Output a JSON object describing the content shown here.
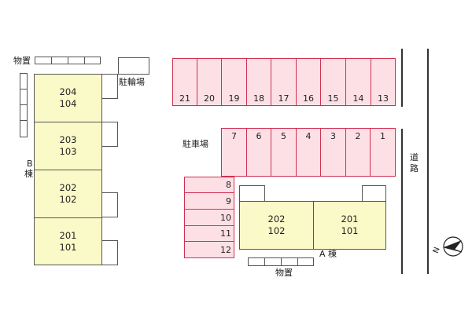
{
  "building_b": {
    "label_b": "B",
    "label_mune": "棟",
    "units": [
      {
        "upper": "204",
        "lower": "104"
      },
      {
        "upper": "203",
        "lower": "103"
      },
      {
        "upper": "202",
        "lower": "102"
      },
      {
        "upper": "201",
        "lower": "101"
      }
    ]
  },
  "building_a": {
    "label": "A 棟",
    "units": [
      {
        "upper": "202",
        "lower": "102"
      },
      {
        "upper": "201",
        "lower": "101"
      }
    ]
  },
  "storage_label_top": "物置",
  "storage_label_bottom": "物置",
  "bicycle_parking_label": "駐輪場",
  "parking_label": "駐車場",
  "road_label_1": "道",
  "road_label_2": "路",
  "compass_label": "N",
  "parking": {
    "top_row": [
      "21",
      "20",
      "19",
      "18",
      "17",
      "16",
      "15",
      "14",
      "13"
    ],
    "middle_row": [
      "7",
      "6",
      "5",
      "4",
      "3",
      "2",
      "1"
    ],
    "left_column": [
      "8",
      "9",
      "10",
      "11",
      "12"
    ]
  },
  "colors": {
    "unit_fill": "#fafac8",
    "parking_fill": "#fde0e6",
    "parking_border": "#d03050"
  }
}
